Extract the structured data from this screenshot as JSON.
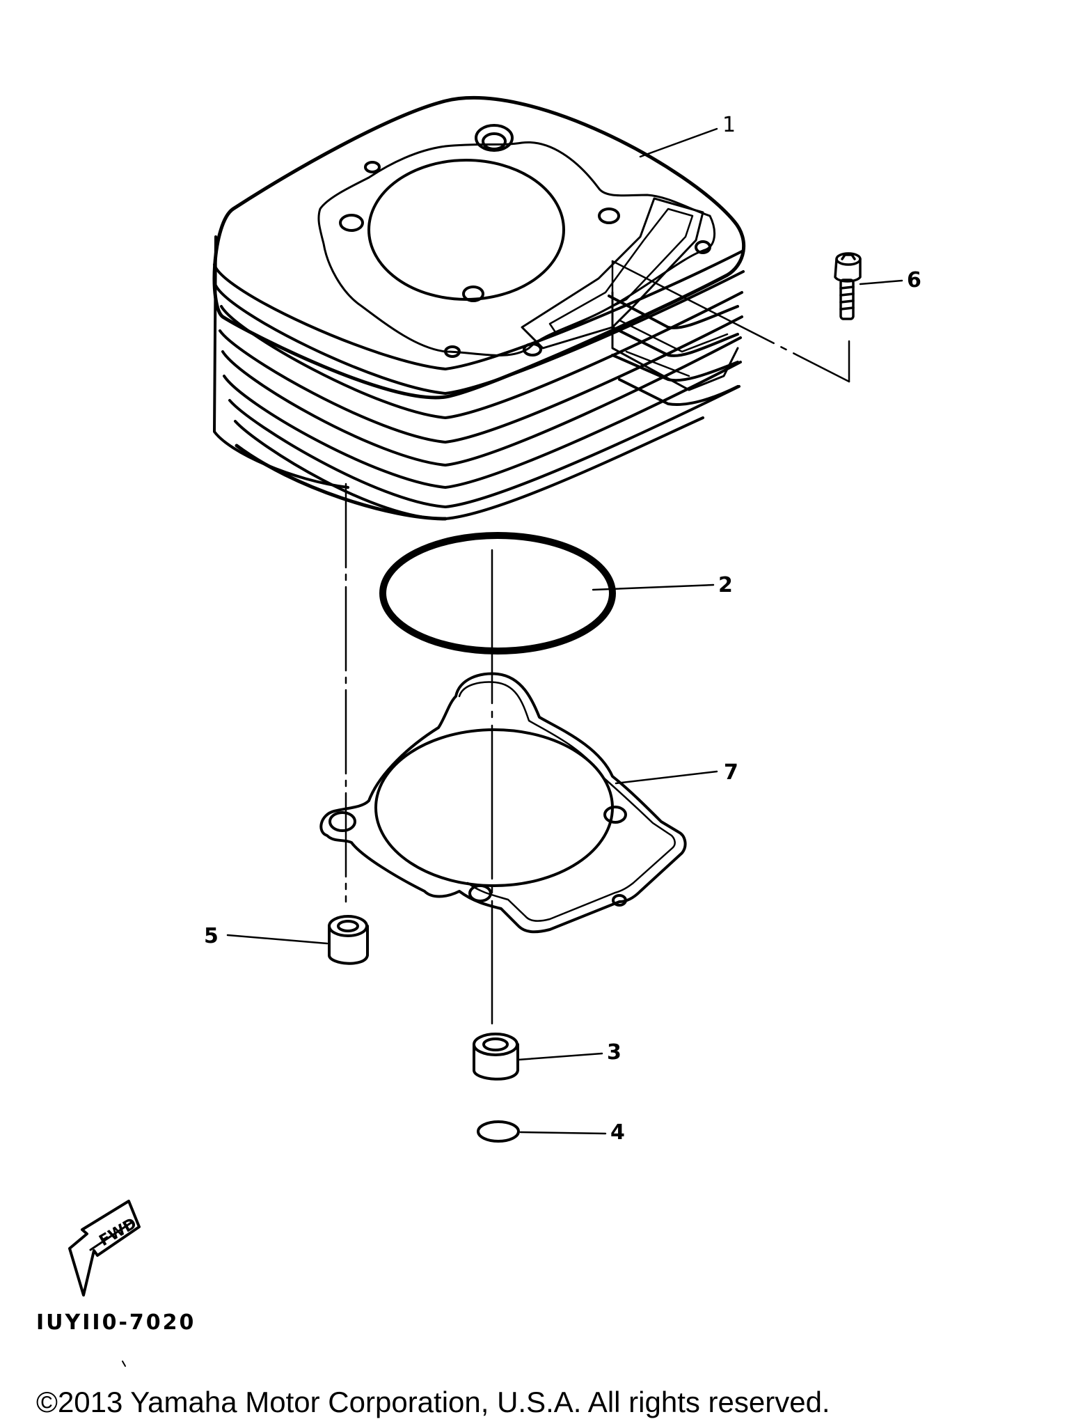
{
  "callouts": {
    "cylinder": "1",
    "o_ring_large": "2",
    "dowel_pin_lower": "3",
    "o_ring_small": "4",
    "dowel_pin_left": "5",
    "bolt": "6",
    "gasket": "7"
  },
  "forward_arrow_label": "FWD",
  "diagram_code": "IUYII0-7020",
  "copyright": "©2013 Yamaha Motor Corporation, U.S.A. All rights reserved.",
  "colors": {
    "line": "#000000",
    "background": "#ffffff"
  }
}
